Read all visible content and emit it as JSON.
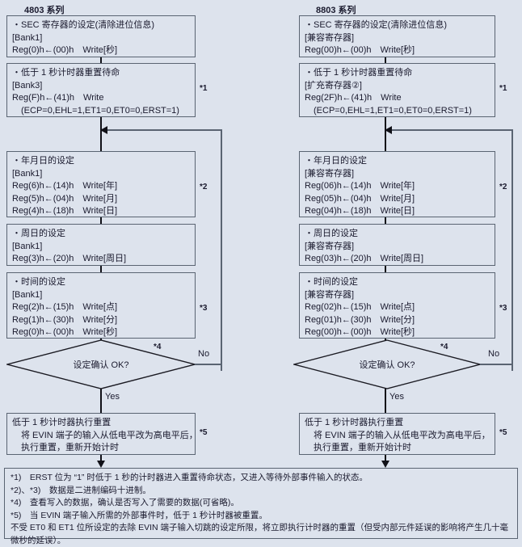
{
  "colors": {
    "background": "#dde3ed",
    "box_border": "#5a6472",
    "line": "#111118"
  },
  "columns": [
    {
      "title": "4803 系列",
      "boxes": [
        {
          "lines": [
            "・SEC 寄存器的设定(清除进位信息)",
            "[Bank1]",
            "Reg(0)h←(00)h　Write[秒]"
          ],
          "note": ""
        },
        {
          "lines": [
            "・低于 1 秒计时器重置待命",
            "[Bank3]",
            "Reg(F)h←(41)h　Write",
            "　(ECP=0,EHL=1,ET1=0,ET0=0,ERST=1)"
          ],
          "note": "*1"
        },
        {
          "lines": [
            "・年月日的设定",
            "[Bank1]",
            "Reg(6)h←(14)h　Write[年]",
            "Reg(5)h←(04)h　Write[月]",
            "Reg(4)h←(18)h　Write[日]"
          ],
          "note": "*2"
        },
        {
          "lines": [
            "・周日的设定",
            "[Bank1]",
            "Reg(3)h←(20)h　Write[周日]"
          ],
          "note": ""
        },
        {
          "lines": [
            "・时间的设定",
            "[Bank1]",
            "Reg(2)h←(15)h　Write[点]",
            "Reg(1)h←(30)h　Write[分]",
            "Reg(0)h←(00)h　Write[秒]"
          ],
          "note": "*3"
        }
      ],
      "decision": {
        "label": "设定确认 OK?",
        "note": "*4",
        "no_label": "No",
        "yes_label": "Yes"
      },
      "final_box": {
        "lines": [
          "低于 1 秒计时器执行重置",
          "　将 EVIN 端子的输入从低电平改为高电平后，",
          "　执行重置，重新开始计时"
        ],
        "note": "*5"
      }
    },
    {
      "title": "8803 系列",
      "boxes": [
        {
          "lines": [
            "・SEC 寄存器的设定(清除进位信息)",
            "[兼容寄存器]",
            "Reg(00)h←(00)h　Write[秒]"
          ],
          "note": ""
        },
        {
          "lines": [
            "・低于 1 秒计时器重置待命",
            "[扩充寄存器②]",
            "Reg(2F)h←(41)h　Write",
            "　(ECP=0,EHL=1,ET1=0,ET0=0,ERST=1)"
          ],
          "note": "*1"
        },
        {
          "lines": [
            "・年月日的设定",
            "[兼容寄存器]",
            "Reg(06)h←(14)h　Write[年]",
            "Reg(05)h←(04)h　Write[月]",
            "Reg(04)h←(18)h　Write[日]"
          ],
          "note": "*2"
        },
        {
          "lines": [
            "・周日的设定",
            "[兼容寄存器]",
            "Reg(03)h←(20)h　Write[周日]"
          ],
          "note": ""
        },
        {
          "lines": [
            "・时间的设定",
            "[兼容寄存器]",
            "Reg(02)h←(15)h　Write[点]",
            "Reg(01)h←(30)h　Write[分]",
            "Reg(00)h←(00)h　Write[秒]"
          ],
          "note": "*3"
        }
      ],
      "decision": {
        "label": "设定确认 OK?",
        "note": "*4",
        "no_label": "No",
        "yes_label": "Yes"
      },
      "final_box": {
        "lines": [
          "低于 1 秒计时器执行重置",
          "　将 EVIN 端子的输入从低电平改为高电平后，",
          "　执行重置，重新开始计时"
        ],
        "note": "*5"
      }
    }
  ],
  "footnotes": [
    "*1)　ERST 位为 “1” 时低于 1 秒的计时器进入重置待命状态，又进入等待外部事件输入的状态。",
    "*2)、*3)　数据是二进制编码十进制。",
    "*4)　查看写入的数据，确认是否写入了需要的数据(可省略)。",
    "*5)　当 EVIN 端子输入所需的外部事件时，低于 1 秒计时器被重置。",
    "不受 ET0 和 ET1 位所设定的去除 EVIN 端子输入切跳的设定所限，将立即执行计时器的重置（但受内部元件延误的影响将产生几十毫微秒的延误）。"
  ]
}
